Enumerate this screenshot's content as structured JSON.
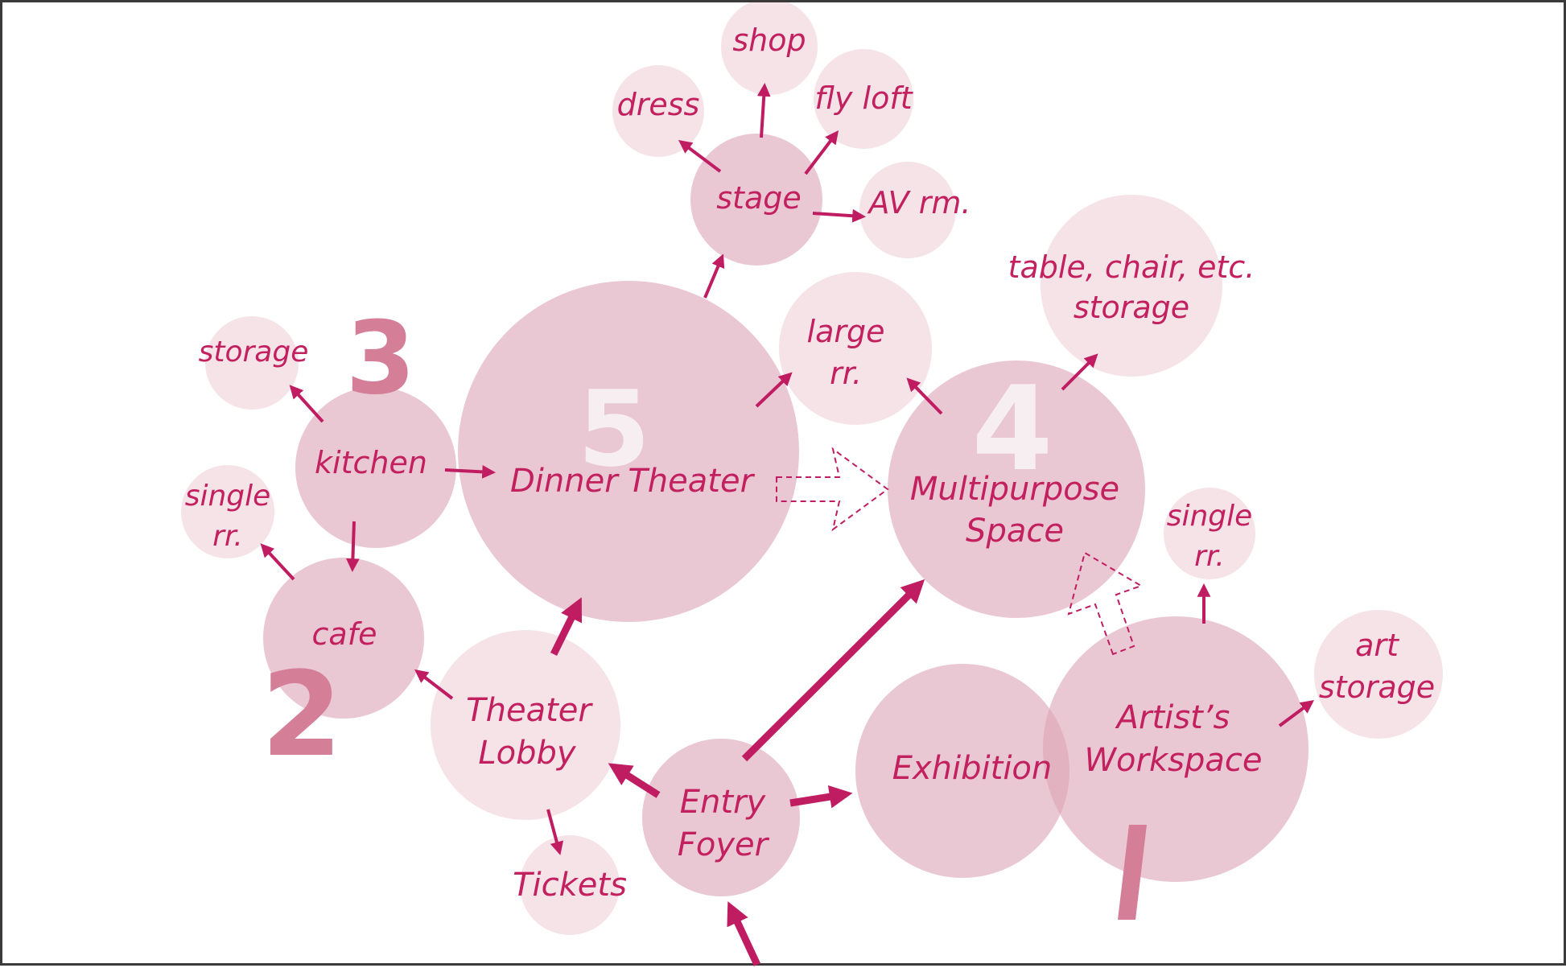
{
  "colors": {
    "arrow": "#c01c62",
    "label": "#c2205f",
    "bubble_large": "#e8c2cc",
    "bubble_small": "#f5e3e8",
    "number_dark": "#d47e97",
    "number_light": "#f7eef1"
  },
  "labels": {
    "shop": "shop",
    "dress": "dress",
    "fly_loft": "fly loft",
    "stage": "stage",
    "av_rm": "AV rm.",
    "table_chair_1": "table, chair, etc.",
    "table_chair_2": "storage",
    "large_rr_1": "large",
    "large_rr_2": "rr.",
    "storage": "storage",
    "kitchen": "kitchen",
    "single_rr_left_1": "single",
    "single_rr_left_2": "rr.",
    "dinner_theater": "Dinner Theater",
    "multipurpose_1": "Multipurpose",
    "multipurpose_2": "Space",
    "single_rr_right_1": "single",
    "single_rr_right_2": "rr.",
    "cafe": "cafe",
    "theater_lobby_1": "Theater",
    "theater_lobby_2": "Lobby",
    "entry_foyer_1": "Entry",
    "entry_foyer_2": "Foyer",
    "exhibition": "Exhibition",
    "artists_workspace_1": "Artist’s",
    "artists_workspace_2": "Workspace",
    "art_storage_1": "art",
    "art_storage_2": "storage",
    "tickets": "Tickets"
  },
  "phase_numbers": {
    "one": "I",
    "two": "2",
    "three": "3",
    "four": "4",
    "five": "5"
  }
}
